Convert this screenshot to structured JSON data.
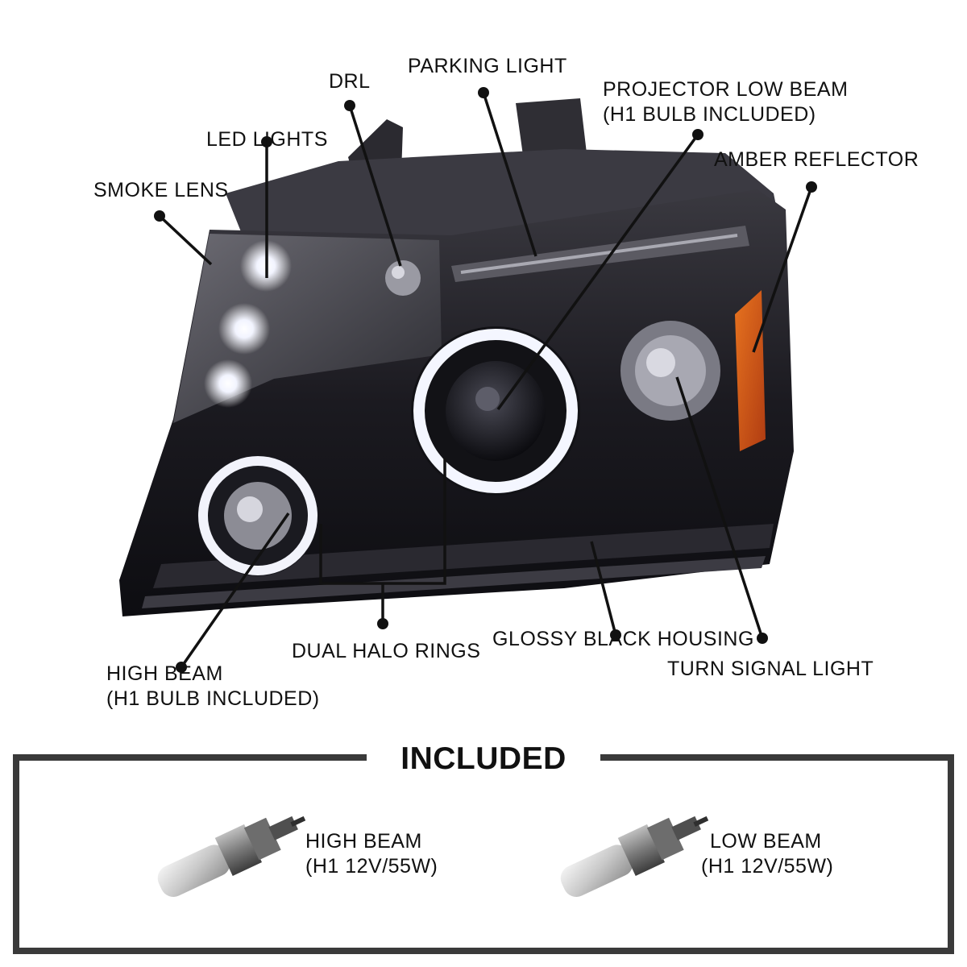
{
  "callouts": {
    "parking_light": "PARKING LIGHT",
    "drl": "DRL",
    "projector_low_beam": [
      "PROJECTOR LOW BEAM",
      "(H1 BULB INCLUDED)"
    ],
    "led_lights": "LED LIGHTS",
    "amber_reflector": "AMBER REFLECTOR",
    "smoke_lens": "SMOKE LENS",
    "dual_halo_rings": "DUAL HALO RINGS",
    "glossy_black_housing": "GLOSSY BLACK HOUSING",
    "turn_signal_light": "TURN SIGNAL LIGHT",
    "high_beam": [
      "HIGH BEAM",
      "(H1 BULB INCLUDED)"
    ]
  },
  "included": {
    "title": "INCLUDED",
    "items": [
      {
        "name": "HIGH BEAM",
        "spec": "(H1 12V/55W)"
      },
      {
        "name": "LOW BEAM",
        "spec": "(H1 12V/55W)"
      }
    ]
  },
  "colors": {
    "housing": "#1b1a20",
    "amber": "#d8561a",
    "halo": "#f4f6ff",
    "frame": "#3a3a3a"
  }
}
